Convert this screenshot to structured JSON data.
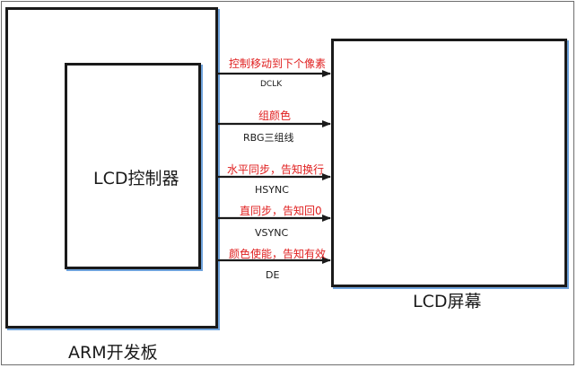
{
  "board": {
    "label": "ARM开发板"
  },
  "controller": {
    "label": "LCD控制器"
  },
  "screen": {
    "label": "LCD屏幕"
  },
  "signals": [
    {
      "name": "DCLK",
      "description": "控制移动到下个像素"
    },
    {
      "name": "RBG三组线",
      "description": "组颜色"
    },
    {
      "name": "HSYNC",
      "description": "水平同步，告知换行"
    },
    {
      "name": "VSYNC",
      "description": "直同步，告知回0"
    },
    {
      "name": "DE",
      "description": "颜色使能，告知有效"
    }
  ],
  "colors": {
    "annotation": "#e02020",
    "box_shadow": "#6fa3dc",
    "line": "#1a1a1a"
  }
}
